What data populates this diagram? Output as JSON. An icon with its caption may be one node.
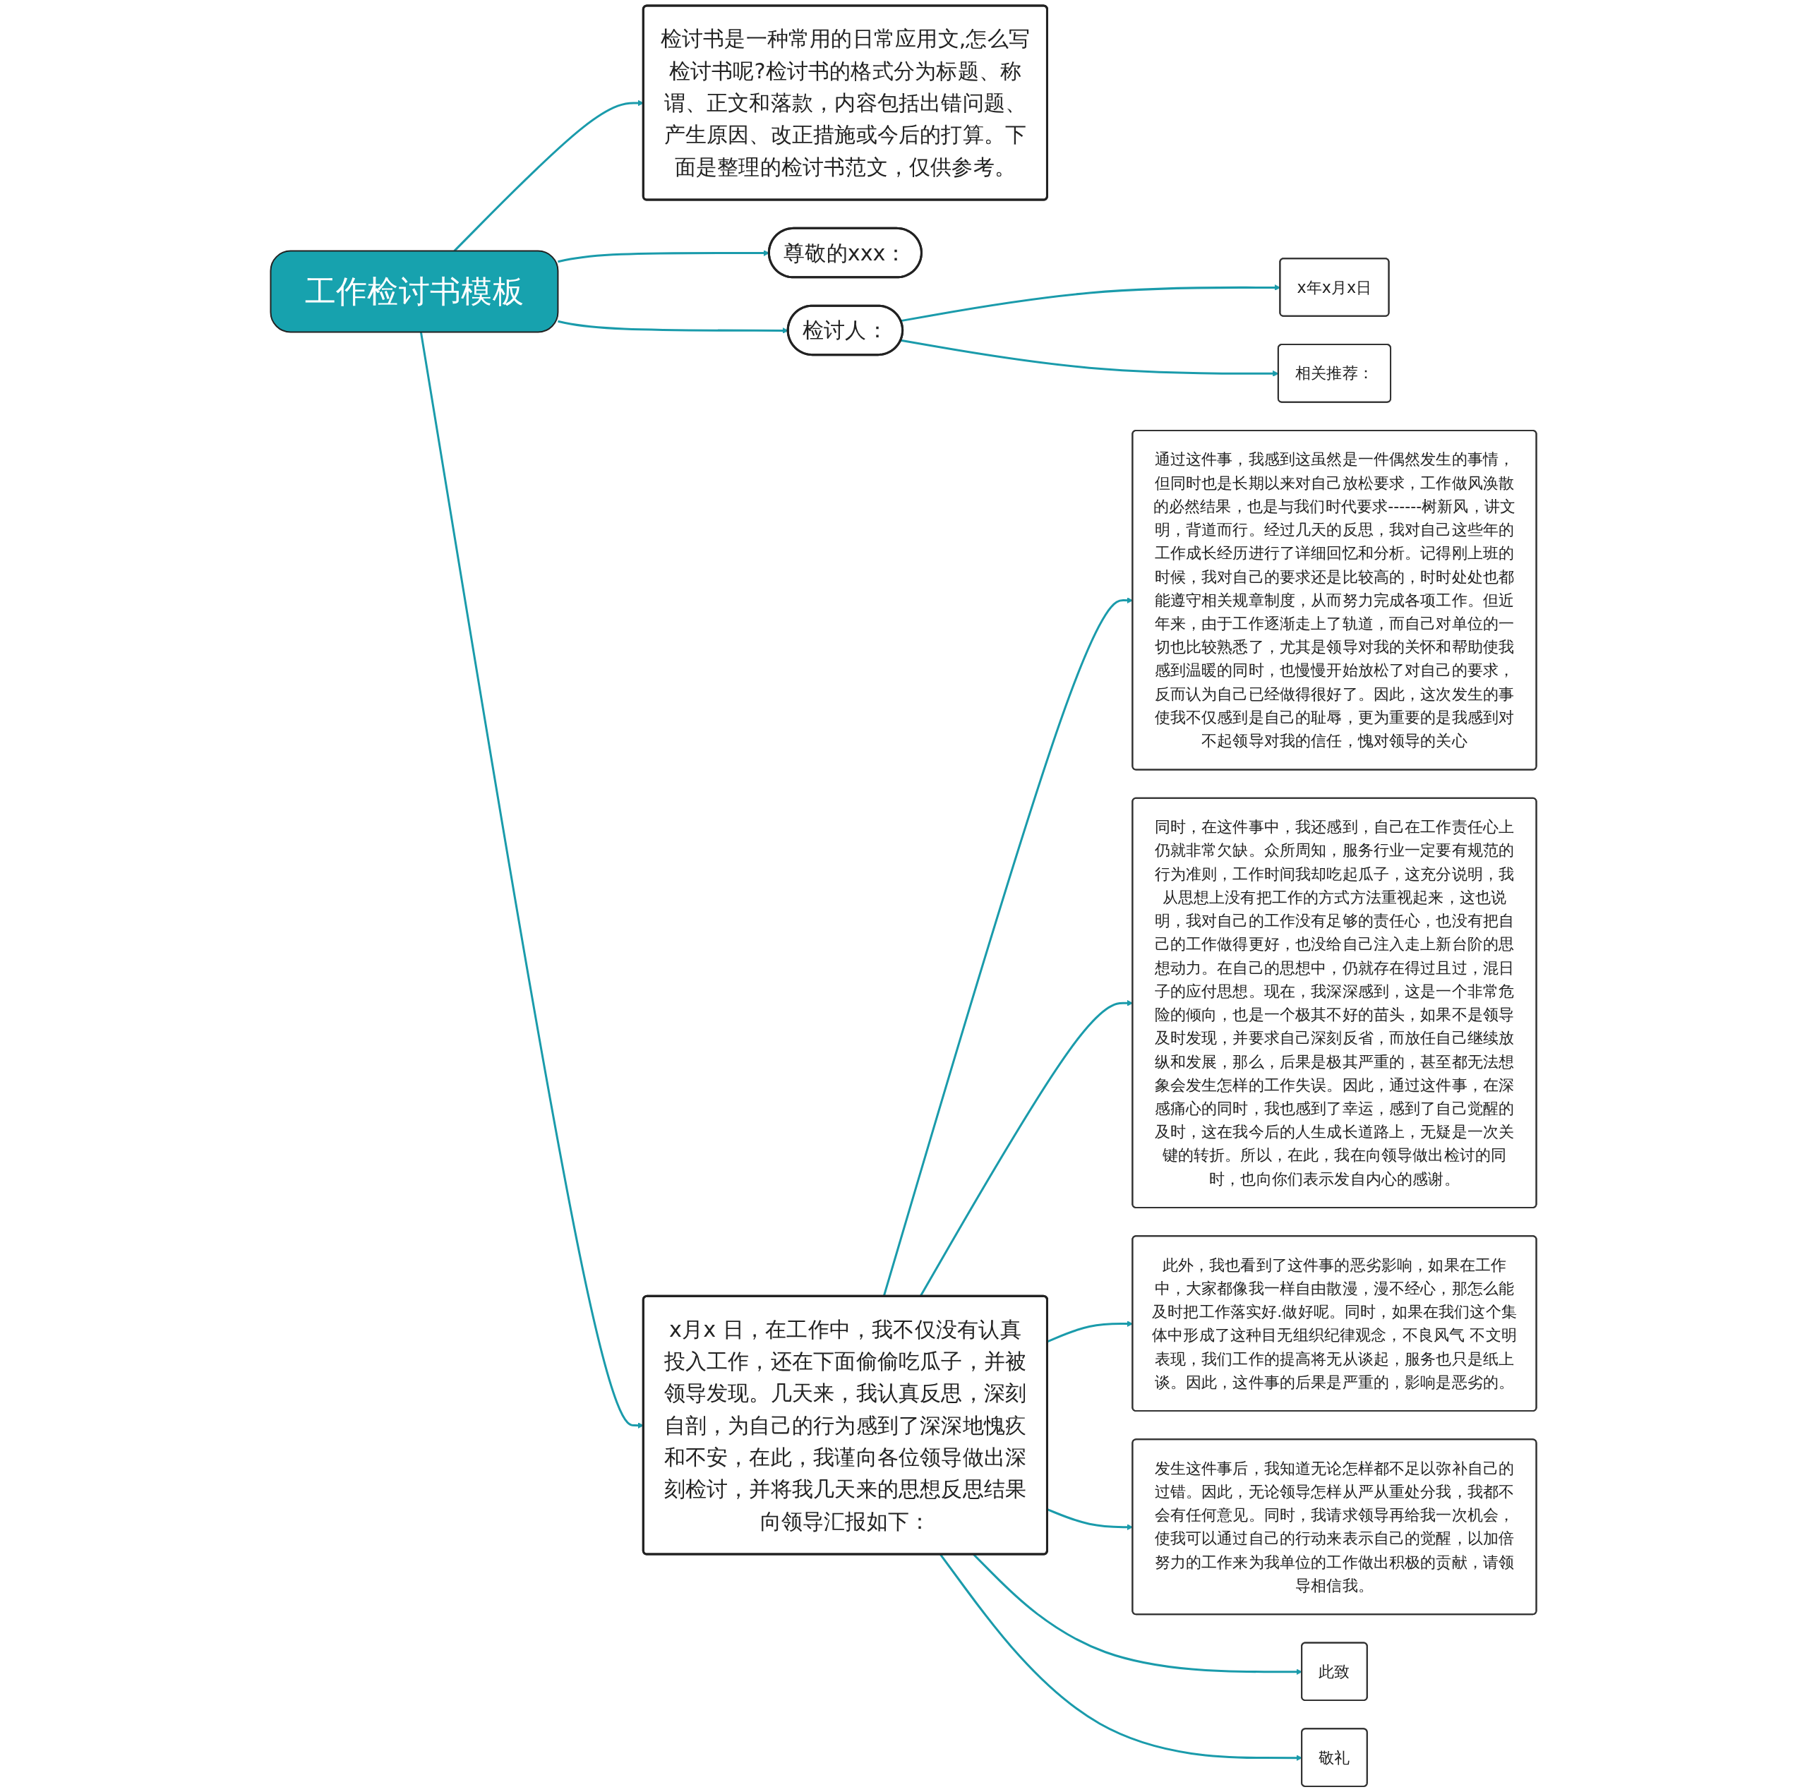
{
  "diagram": {
    "nodes": [
      {
        "text": [
          "工作检讨书模板"
        ]
      },
      {
        "text": [
          "检讨书是一种常用的日常应用文,怎么写检讨书呢?检讨书的格式分为标题、称谓、正文和落款，内容包括出错问题、产生原因、改正措施或今后的打算。下面是整理的检讨书范文，仅供参考。"
        ]
      },
      {
        "text": [
          "尊敬的xxx："
        ]
      },
      {
        "text": [
          "检讨人："
        ]
      },
      {
        "text": [
          "x年x月x日"
        ]
      },
      {
        "text": [
          "相关推荐："
        ]
      },
      {
        "text": [
          "x月x 日，在工作中，我不仅没有认真投入工作，还在下面偷偷吃瓜子，并被领导发现。几天来，我认真反思，深刻自剖，为自己的行为感到了深深地愧疚和不安，在此，我谨向各位领导做出深刻检讨，并将我几天来的思想反思结果向领导汇报如下："
        ]
      },
      {
        "text": [
          "通过这件事，我感到这虽然是一件偶然发生的事情，但同时也是长期以来对自己放松要求，工作做风涣散的必然结果，也是与我们时代要求------树新风，讲文明，背道而行。经过几天的反思，我对自己这些年的工作成长经历进行了详细回忆和分析。记得刚上班的时候，我对自己的要求还是比较高的，时时处处也都能遵守相关规章制度，从而努力完成各项工作。但近年来，由于工作逐渐走上了轨道，而自己对单位的一切也比较熟悉了，尤其是领导对我的关怀和帮助使我感到温暖的同时，也慢慢开始放松了对自己的要求，反而认为自己已经做得很好了。因此，这次发生的事使我不仅感到是自己的耻辱，更为重要的是我感到对不起领导对我的信任，愧对领导的关心"
        ]
      },
      {
        "text": [
          "同时，在这件事中，我还感到，自己在工作责任心上仍就非常欠缺。众所周知，服务行业一定要有规范的行为准则，工作时间我却吃起瓜子，这充分说明，我从思想上没有把工作的方式方法重视起来，这也说明，我对自己的工作没有足够的责任心，也没有把自己的工作做得更好，也没给自己注入走上新台阶的思想动力。在自己的思想中，仍就存在得过且过，混日子的应付思想。现在，我深深感到，这是一个非常危险的倾向，也是一个极其不好的苗头，如果不是领导及时发现，并要求自己深刻反省，而放任自己继续放纵和发展，那么，后果是极其严重的，甚至都无法想象会发生怎样的工作失误。因此，通过这件事，在深感痛心的同时，我也感到了幸运，感到了自己觉醒的及时，这在我今后的人生成长道路上，无疑是一次关键的转折。所以，在此，我在向领导做出检讨的同时，也向你们表示发自内心的感谢。"
        ]
      },
      {
        "text": [
          "此外，我也看到了这件事的恶劣影响，如果在工作中，大家都像我一样自由散漫，漫不经心，那怎么能及时把工作落实好.做好呢。同时，如果在我们这个集体中形成了这种目无组织纪律观念，不良风气 不文明表现，我们工作的提高将无从谈起，服务也只是纸上谈。因此，这件事的后果是严重的，影响是恶劣的。"
        ]
      },
      {
        "text": [
          "发生这件事后，我知道无论怎样都不足以弥补自己的过错。因此，无论领导怎样从严从重处分我，我都不会有任何意见。同时，我请求领导再给我一次机会，使我可以通过自己的行动来表示自己的觉醒，以加倍努力的工作来为我单位的工作做出积极的贡献，请领导相信我。"
        ]
      },
      {
        "text": [
          "此致"
        ]
      },
      {
        "text": [
          "敬礼"
        ]
      }
    ],
    "edges": [
      {
        "from": 0,
        "to": 1,
        "arrow": "to"
      },
      {
        "from": 0,
        "to": 2,
        "arrow": "to"
      },
      {
        "from": 0,
        "to": 3,
        "arrow": "to"
      },
      {
        "from": 3,
        "to": 4,
        "arrow": "to"
      },
      {
        "from": 3,
        "to": 5,
        "arrow": "to"
      },
      {
        "from": 0,
        "to": 6,
        "arrow": "to"
      },
      {
        "from": 6,
        "to": 7,
        "arrow": "to"
      },
      {
        "from": 6,
        "to": 8,
        "arrow": "to"
      },
      {
        "from": 6,
        "to": 9,
        "arrow": "to"
      },
      {
        "from": 6,
        "to": 10,
        "arrow": "to"
      },
      {
        "from": 6,
        "to": 11,
        "arrow": "to"
      },
      {
        "from": 6,
        "to": 12,
        "arrow": "to"
      }
    ]
  }
}
